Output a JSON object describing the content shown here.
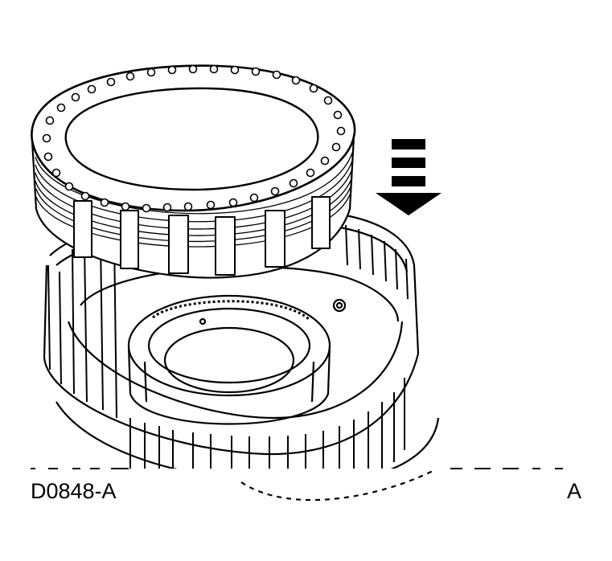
{
  "figure": {
    "reference_code": "D0848-A",
    "callout_letter": "A",
    "arrow_direction": "down",
    "line_color": "#000000",
    "background_color": "#ffffff"
  }
}
